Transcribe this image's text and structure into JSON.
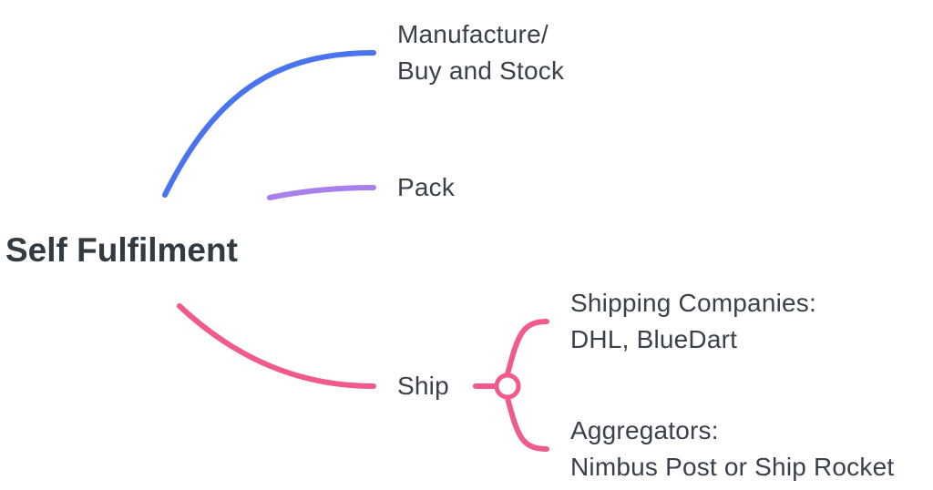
{
  "mindmap": {
    "root": {
      "label": "Self Fulfilment"
    },
    "branches": [
      {
        "lines": [
          "Manufacture/",
          "Buy and Stock"
        ],
        "color": "#4a74ee"
      },
      {
        "lines": [
          "Pack"
        ],
        "color": "#a780ec"
      },
      {
        "lines": [
          "Ship"
        ],
        "color": "#f05a8c",
        "children": [
          {
            "lines": [
              "Shipping Companies:",
              "DHL, BlueDart"
            ]
          },
          {
            "lines": [
              "Aggregators:",
              "Nimbus Post or Ship Rocket"
            ]
          }
        ]
      }
    ]
  }
}
